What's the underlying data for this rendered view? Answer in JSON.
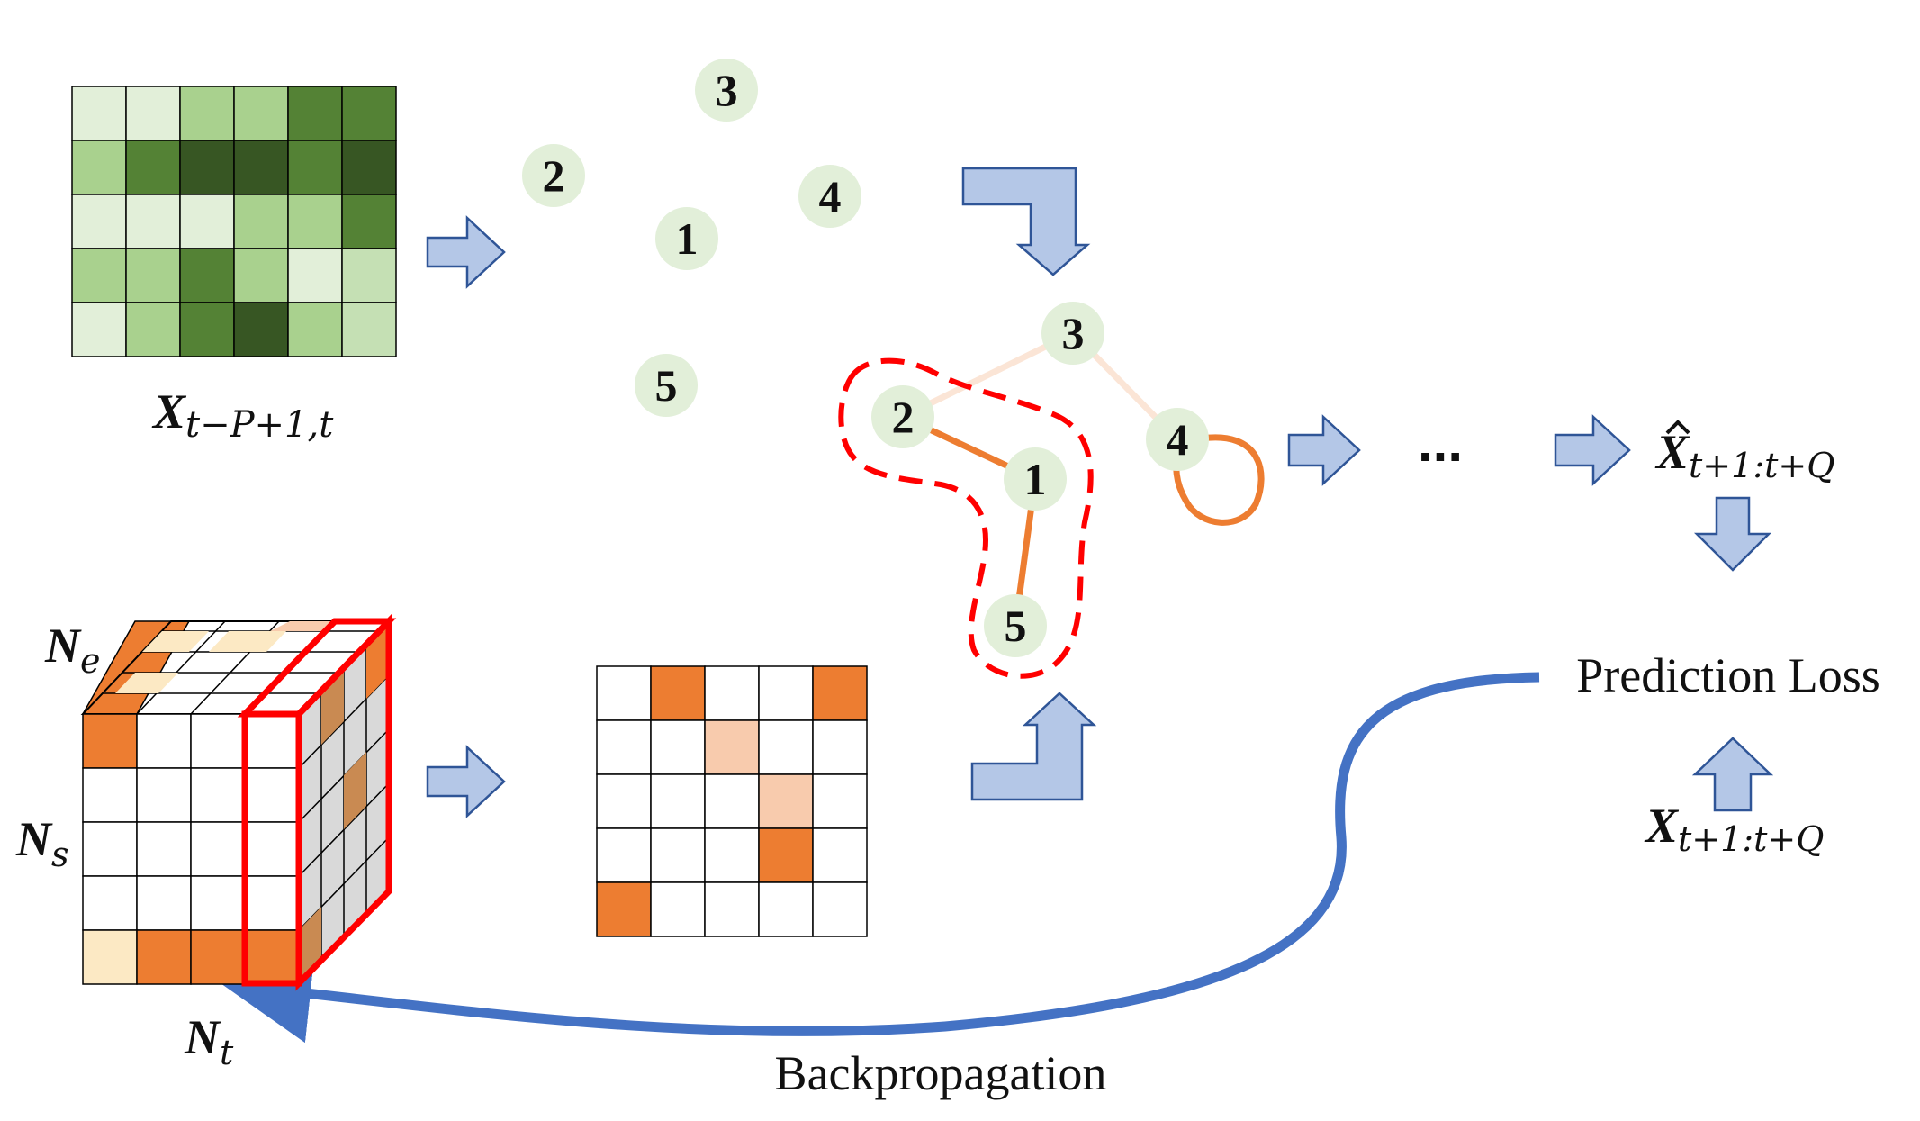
{
  "colors": {
    "green_levels": [
      "#e2efd9",
      "#a9d18e",
      "#548235",
      "#375623"
    ],
    "green_mid_light": "#c5e0b4",
    "orange": "#ed7d31",
    "orange_light": "#f8cbad",
    "orange_pale": "#fce9c4",
    "arrow_fill": "#b4c7e7",
    "arrow_stroke": "#2f5597",
    "node_fill": "#e2efd9",
    "dashed_outline": "#ff0000",
    "backprop_arrow": "#4472c4",
    "edge_light": "#fbe5d6",
    "edge_dark": "#ed7d31"
  },
  "input_grid": {
    "label_main": "X",
    "label_sub": "t−P+1,t",
    "cells": [
      [
        0,
        0,
        1,
        1,
        2,
        2
      ],
      [
        1,
        2,
        3,
        3,
        2,
        3
      ],
      [
        0,
        0,
        0,
        1,
        1,
        2
      ],
      [
        1,
        1,
        2,
        1,
        0,
        4
      ],
      [
        0,
        1,
        2,
        3,
        1,
        4
      ]
    ]
  },
  "isolated_nodes": [
    "3",
    "2",
    "4",
    "1",
    "5"
  ],
  "graph_nodes": [
    "3",
    "2",
    "4",
    "1",
    "5"
  ],
  "graph_edges": [
    {
      "from": "2",
      "to": "3",
      "weight": "light"
    },
    {
      "from": "3",
      "to": "4",
      "weight": "light"
    },
    {
      "from": "2",
      "to": "1",
      "weight": "dark"
    },
    {
      "from": "1",
      "to": "5",
      "weight": "dark"
    },
    {
      "from": "4",
      "to": "4",
      "weight": "dark"
    }
  ],
  "ellipsis": "...",
  "prediction": {
    "label_main": "X",
    "label_sub": "t+1:t+Q"
  },
  "ground_truth": {
    "label_main": "X",
    "label_sub": "t+1:t+Q"
  },
  "loss_label": "Prediction Loss",
  "backprop_label": "Backpropagation",
  "tensor": {
    "axis_e_main": "N",
    "axis_e_sub": "e",
    "axis_s_main": "N",
    "axis_s_sub": "s",
    "axis_t_main": "N",
    "axis_t_sub": "t",
    "front_cells": [
      [
        2,
        0,
        0,
        0
      ],
      [
        0,
        0,
        0,
        0
      ],
      [
        0,
        0,
        0,
        0
      ],
      [
        0,
        0,
        0,
        0
      ],
      [
        1,
        2,
        2,
        2
      ]
    ]
  },
  "adjacency_matrix": {
    "cells": [
      [
        0,
        2,
        0,
        0,
        2
      ],
      [
        0,
        0,
        1,
        0,
        0
      ],
      [
        0,
        0,
        0,
        1,
        0
      ],
      [
        0,
        0,
        0,
        2,
        0
      ],
      [
        2,
        0,
        0,
        0,
        0
      ]
    ]
  }
}
